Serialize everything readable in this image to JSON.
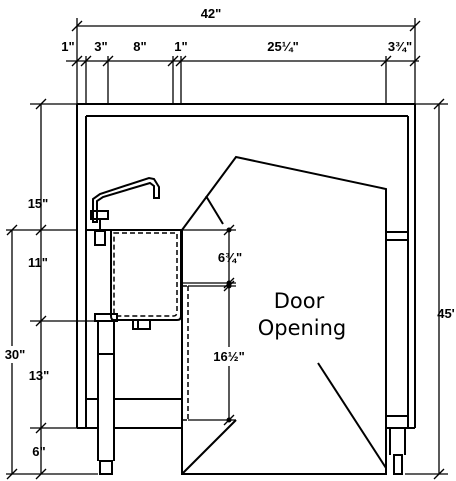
{
  "drawing": {
    "overall_width": "42\"",
    "overall_height": "45'",
    "top_dims": [
      "1\"",
      "3\"",
      "8\"",
      "1\"",
      "25¼\"",
      "3¾\""
    ],
    "left_dims": [
      "15\"",
      "11\"",
      "13\"",
      "6\""
    ],
    "left_total": "30\"",
    "basin_depth": "6¾\"",
    "door_height": "16½\"",
    "door_label_line1": "Door",
    "door_label_line2": "Opening"
  }
}
